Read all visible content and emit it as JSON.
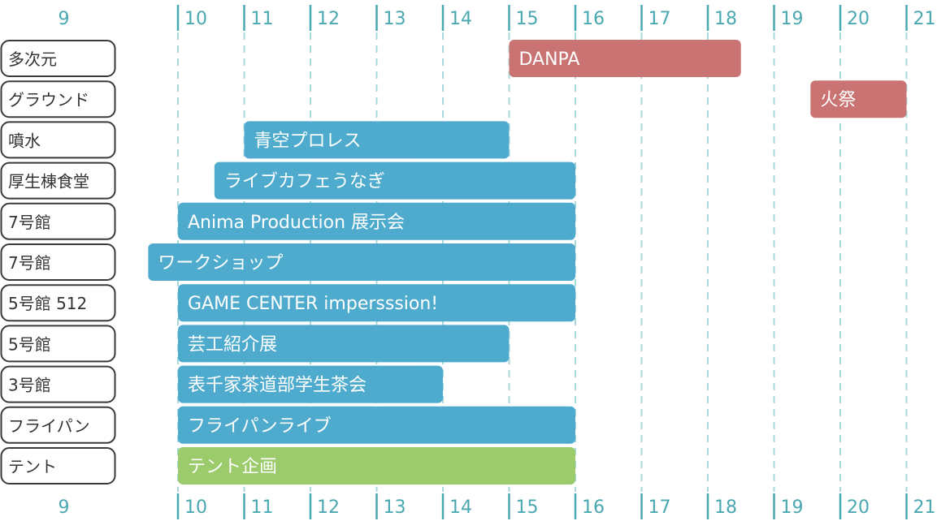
{
  "chart_data": {
    "type": "bar",
    "orientation": "horizontal-timeline",
    "x_ticks": [
      9,
      10,
      11,
      12,
      13,
      14,
      15,
      16,
      17,
      18,
      19,
      20,
      21
    ],
    "xlim": [
      9,
      21
    ],
    "grid": true,
    "rows": [
      "多次元",
      "グラウンド",
      "噴水",
      "厚生棟食堂",
      "7号館",
      "7号館",
      "5号館 512",
      "5号館",
      "3号館",
      "フライパン",
      "テント"
    ],
    "series": [
      {
        "row": 0,
        "label": "DANPA",
        "start": 15.0,
        "end": 18.5,
        "color": "#c97372"
      },
      {
        "row": 1,
        "label": "火祭",
        "start": 19.55,
        "end": 21.0,
        "color": "#c97372"
      },
      {
        "row": 2,
        "label": "青空プロレス",
        "start": 11.0,
        "end": 15.0,
        "color": "#4fabcd"
      },
      {
        "row": 3,
        "label": "ライブカフェうなぎ",
        "start": 10.55,
        "end": 16.0,
        "color": "#4fabcd"
      },
      {
        "row": 4,
        "label": "Anima Production 展示会",
        "start": 10.0,
        "end": 16.0,
        "color": "#4fabcd"
      },
      {
        "row": 5,
        "label": "ワークショップ",
        "start": 9.55,
        "end": 16.0,
        "color": "#4fabcd"
      },
      {
        "row": 6,
        "label": "GAME CENTER impersssion!",
        "start": 10.0,
        "end": 16.0,
        "color": "#4fabcd"
      },
      {
        "row": 7,
        "label": "芸工紹介展",
        "start": 10.0,
        "end": 15.0,
        "color": "#4fabcd"
      },
      {
        "row": 8,
        "label": "表千家茶道部学生茶会",
        "start": 10.0,
        "end": 14.0,
        "color": "#4fabcd"
      },
      {
        "row": 9,
        "label": "フライパンライブ",
        "start": 10.0,
        "end": 16.0,
        "color": "#4fabcd"
      },
      {
        "row": 10,
        "label": "テント企画",
        "start": 10.0,
        "end": 16.0,
        "color": "#9bcb6a"
      }
    ],
    "colors": {
      "grid_major": "#4aa8b0",
      "grid_minor": "#a8d8dc",
      "tick_text": "#4aa8b0",
      "row_border": "#3a3a3a"
    }
  }
}
